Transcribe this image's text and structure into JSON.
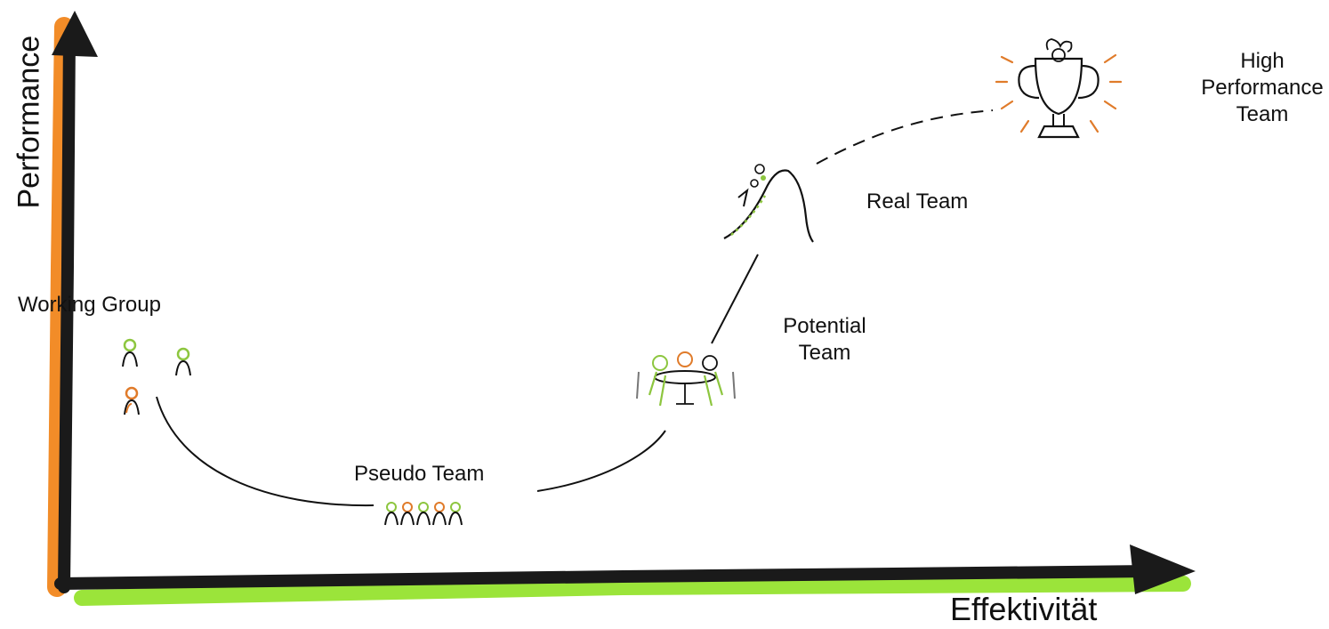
{
  "axes": {
    "y_label": "Performance",
    "x_label": "Effektivität"
  },
  "stages": {
    "working_group": "Working Group",
    "pseudo_team": "Pseudo Team",
    "potential_team_line1": "Potential",
    "potential_team_line2": "Team",
    "real_team": "Real Team",
    "high_performance_line1": "High",
    "high_performance_line2": "Performance",
    "high_performance_line3": "Team"
  },
  "colors": {
    "y_axis_highlight": "#f28c28",
    "x_axis_highlight": "#9be43a",
    "axis": "#1a1a1a",
    "figure_green": "#8dc63f",
    "figure_orange": "#e07b2a",
    "trophy_rays": "#e07b2a"
  },
  "icons": [
    "person-icon",
    "group-icon",
    "meeting-table-icon",
    "mountain-climb-icon",
    "trophy-icon"
  ]
}
